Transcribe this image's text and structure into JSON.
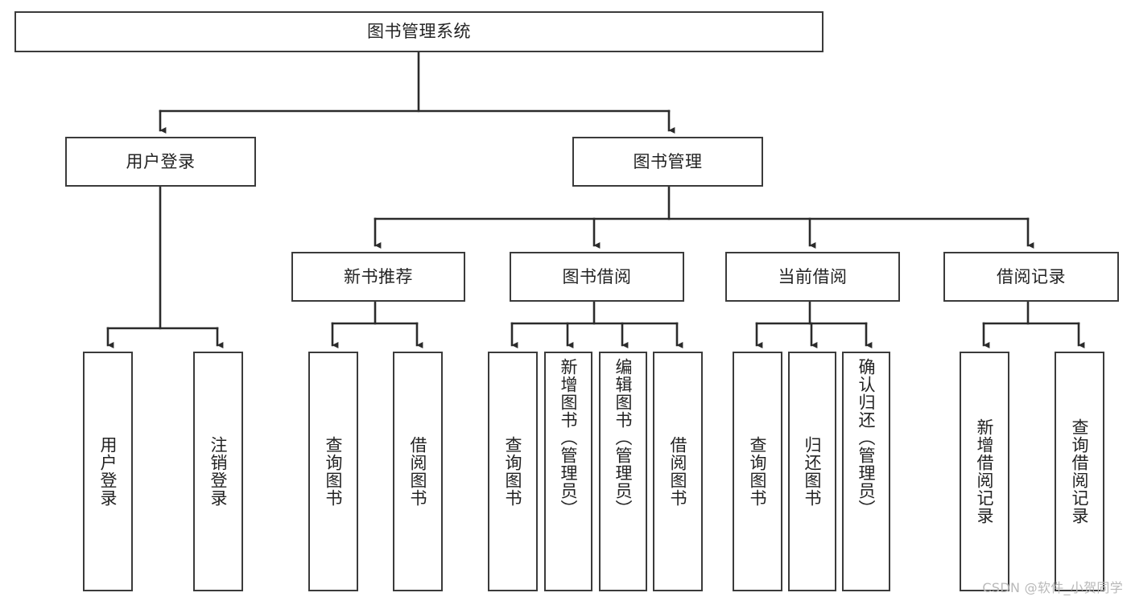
{
  "diagram": {
    "title": "图书管理系统",
    "type": "tree-hierarchy",
    "colors": {
      "box_border": "#3b3b3b",
      "box_fill": "#ffffff",
      "line": "#2b2b2b",
      "text": "#232323",
      "watermark": "#b9b9b9",
      "background": "#ffffff"
    },
    "root": {
      "label": "图书管理系统"
    },
    "level2": [
      {
        "label": "用户登录"
      },
      {
        "label": "图书管理"
      }
    ],
    "level3": [
      {
        "label": "新书推荐"
      },
      {
        "label": "图书借阅"
      },
      {
        "label": "当前借阅"
      },
      {
        "label": "借阅记录"
      }
    ],
    "leaves": {
      "user_login": [
        {
          "label": "用户登录"
        },
        {
          "label": "注销登录"
        }
      ],
      "new_book_recommend": [
        {
          "label": "查询图书"
        },
        {
          "label": "借阅图书"
        }
      ],
      "book_borrow": [
        {
          "label": "查询图书"
        },
        {
          "label": "新增图书（管理员）"
        },
        {
          "label": "编辑图书（管理员）"
        },
        {
          "label": "借阅图书"
        }
      ],
      "current_borrow": [
        {
          "label": "查询图书"
        },
        {
          "label": "归还图书"
        },
        {
          "label": "确认归还（管理员）"
        }
      ],
      "borrow_record": [
        {
          "label": "新增借阅记录"
        },
        {
          "label": "查询借阅记录"
        }
      ]
    },
    "watermark": "CSDN @软件_小贺同学"
  }
}
